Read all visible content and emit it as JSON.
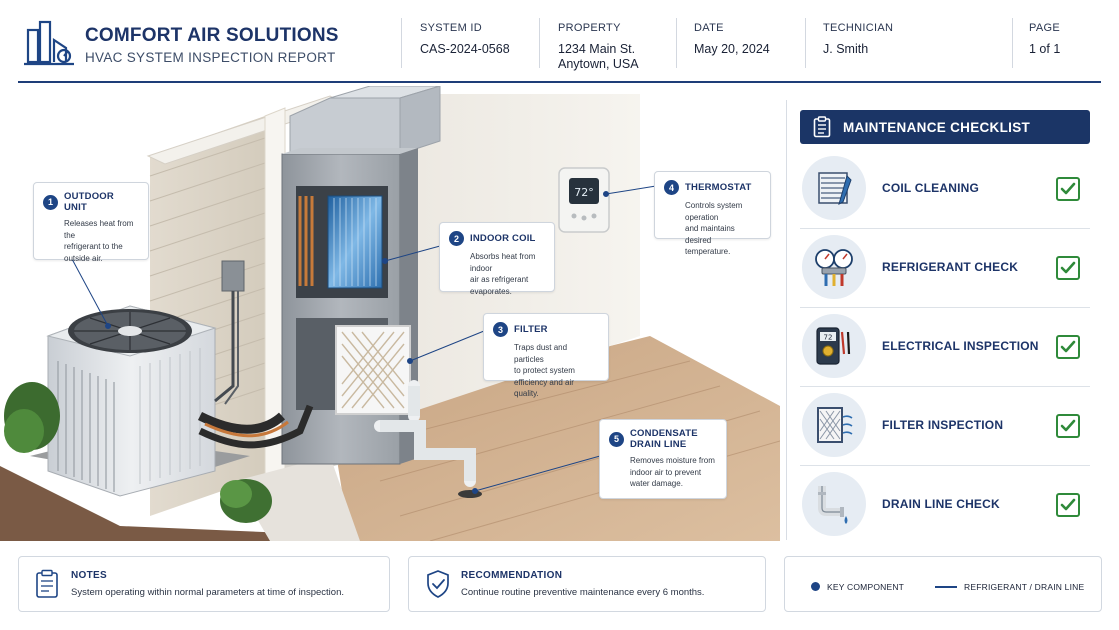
{
  "header": {
    "brand_title": "COMFORT AIR SOLUTIONS",
    "brand_subtitle": "HVAC SYSTEM INSPECTION REPORT",
    "meta": {
      "system_id_label": "SYSTEM ID",
      "system_id_value": "CAS-2024-0568",
      "property_label": "PROPERTY",
      "property_line1": "1234 Main St.",
      "property_line2": "Anytown, USA",
      "date_label": "DATE",
      "date_value": "May 20, 2024",
      "technician_label": "TECHNICIAN",
      "technician_value": "J. Smith",
      "page_label": "PAGE",
      "page_value": "1 of 1"
    }
  },
  "callouts": {
    "outdoor_unit": {
      "num": "1",
      "title": "OUTDOOR UNIT",
      "text_lines": [
        "Releases heat from the",
        "refrigerant to the",
        "outside air."
      ]
    },
    "indoor_coil": {
      "num": "2",
      "title": "INDOOR COIL",
      "text_lines": [
        "Absorbs heat from indoor",
        "air as refrigerant",
        "evaporates."
      ]
    },
    "filter": {
      "num": "3",
      "title": "FILTER",
      "text_lines": [
        "Traps dust and particles",
        "to protect system",
        "efficiency and air quality."
      ]
    },
    "thermostat": {
      "num": "4",
      "title": "THERMOSTAT",
      "text_lines": [
        "Controls system operation",
        "and maintains desired",
        "temperature."
      ]
    },
    "drain_line": {
      "num": "5",
      "title_line1": "CONDENSATE",
      "title_line2": "DRAIN LINE",
      "text_lines": [
        "Removes moisture from",
        "indoor air to prevent",
        "water damage."
      ]
    }
  },
  "thermostat_display": "72°",
  "meter_display": "72",
  "checklist": {
    "title": "MAINTENANCE CHECKLIST",
    "items": [
      {
        "label": "COIL CLEANING",
        "icon": "coil-icon",
        "checked": true
      },
      {
        "label": "REFRIGERANT CHECK",
        "icon": "gauge-icon",
        "checked": true
      },
      {
        "label": "ELECTRICAL INSPECTION",
        "icon": "multimeter-icon",
        "checked": true
      },
      {
        "label": "FILTER INSPECTION",
        "icon": "filter-icon",
        "checked": true
      },
      {
        "label": "DRAIN LINE CHECK",
        "icon": "drain-pipe-icon",
        "checked": true
      }
    ]
  },
  "footer": {
    "notes_title": "NOTES",
    "notes_text": "System operating within normal parameters at time of inspection.",
    "recommendation_title": "RECOMMENDATION",
    "recommendation_text": "Continue routine preventive maintenance every 6 months.",
    "legend_key_component": "KEY COMPONENT",
    "legend_line": "REFRIGERANT / DRAIN LINE"
  },
  "colors": {
    "navy": "#1b3566",
    "accent_blue": "#1e4585",
    "check_green": "#2f8a3a"
  }
}
